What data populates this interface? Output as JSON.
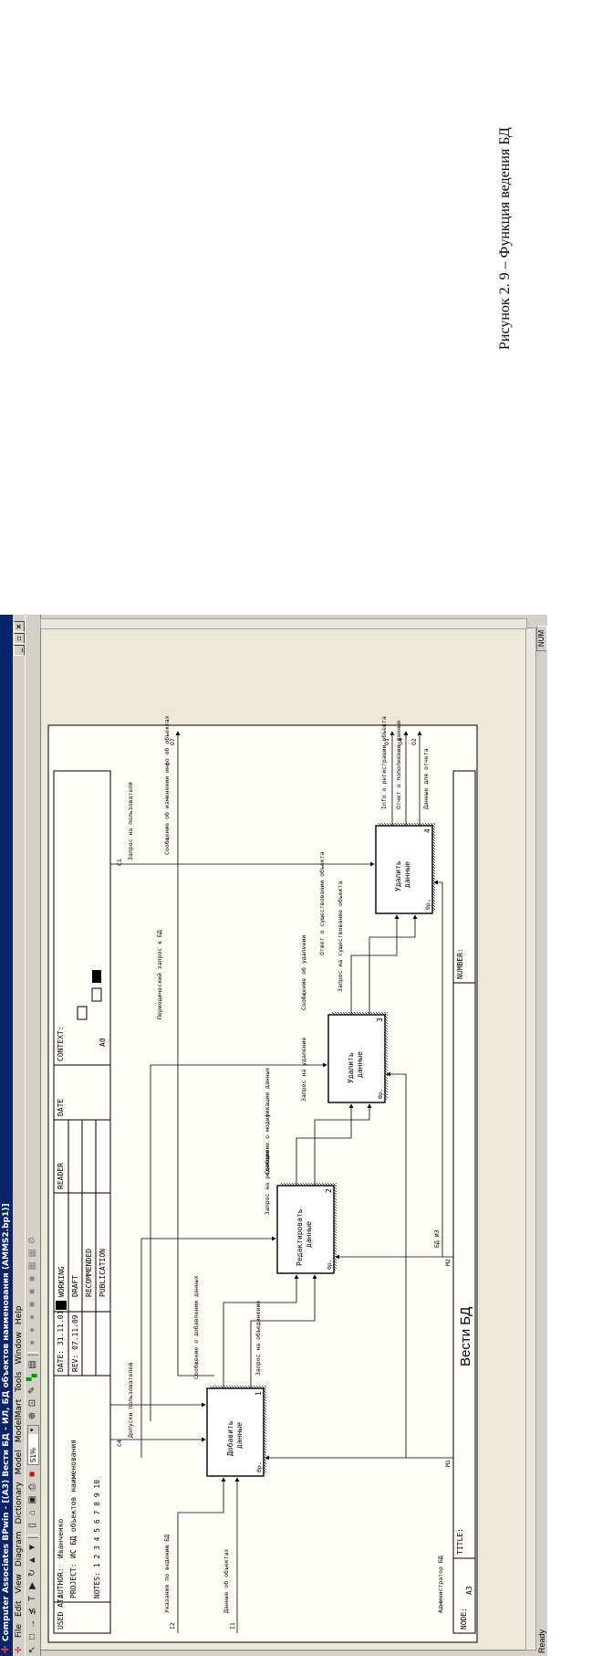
{
  "window": {
    "title": "Computer Associates BPwin - [(A3) Вести БД - ИЛ, БД объектов наименования (AMMS2.bp1)]"
  },
  "menu": [
    "File",
    "Edit",
    "View",
    "Diagram",
    "Dictionary",
    "Model",
    "ModelMart",
    "Tools",
    "Window",
    "Help"
  ],
  "toolbar": {
    "zoom": "51%"
  },
  "status": {
    "ready": "Ready",
    "num": "NUM"
  },
  "caption": "Рисунок 2. 9 – Функция ведения БД",
  "frame": {
    "used_at": "USED AT:",
    "author": "AUTHOR:",
    "author_value": "Иванченко",
    "project": "PROJECT:",
    "project_value": "ИС БД объектов наименования",
    "date": "DATE: 31.11.01",
    "rev": "REV: 07.11.09",
    "notes": "NOTES: 1 2 3 4 5 6 7 8 9 10",
    "working": "WORKING",
    "draft": "DRAFT",
    "recommended": "RECOMMENDED",
    "publication": "PUBLICATION",
    "reader": "READER",
    "date_col": "DATE",
    "context": "CONTEXT:",
    "a0": "A0",
    "node": "NODE:",
    "node_value": "A3",
    "title_label": "TITLE:",
    "title_value": "Вести БД",
    "number": "NUMBER:"
  },
  "boxes": [
    {
      "label": [
        "Добавить",
        "данные"
      ],
      "num": "1",
      "code": "0p."
    },
    {
      "label": [
        "Редактировать",
        "данные"
      ],
      "num": "2",
      "code": "0p."
    },
    {
      "label": [
        "Удалить",
        "данные"
      ],
      "num": "3",
      "code": "0p."
    },
    {
      "label": [
        "Удалить",
        "данные"
      ],
      "num": "4",
      "code": "0p."
    }
  ],
  "arrows": {
    "inputs": [
      {
        "code": "I1",
        "label": "Данные об объектах"
      },
      {
        "code": "I2",
        "label": "Указания по ведению БД"
      }
    ],
    "controls": [
      {
        "code": "C4",
        "label": "Допуски пользователей"
      },
      {
        "code": "C1",
        "label": "Запрос на пользователя"
      }
    ],
    "mechanisms": [
      {
        "code": "M1",
        "label": "Администратор БД"
      },
      {
        "code": "M2",
        "label": "БД ИЗ"
      }
    ],
    "outputs": [
      {
        "code": "O1",
        "label": "Info о регистрации объекта"
      },
      {
        "code": "O4",
        "label": "Отчет о пополнении данных"
      },
      {
        "code": "O2",
        "label": "Данные для отчета"
      },
      {
        "code": "O7",
        "label": "Сообщение об изменении инфо об объектах"
      }
    ],
    "internal": [
      "Сообщение о добавлении данных",
      "Запрос на объединение",
      "Запрос на редакцию",
      "Сообщение о модификации данных",
      "Запрос на удаление",
      "Сообщение об удалении",
      "Запрос на существование объекта",
      "Ответ о существовании объекта",
      "Периодический запрос к БД"
    ]
  }
}
